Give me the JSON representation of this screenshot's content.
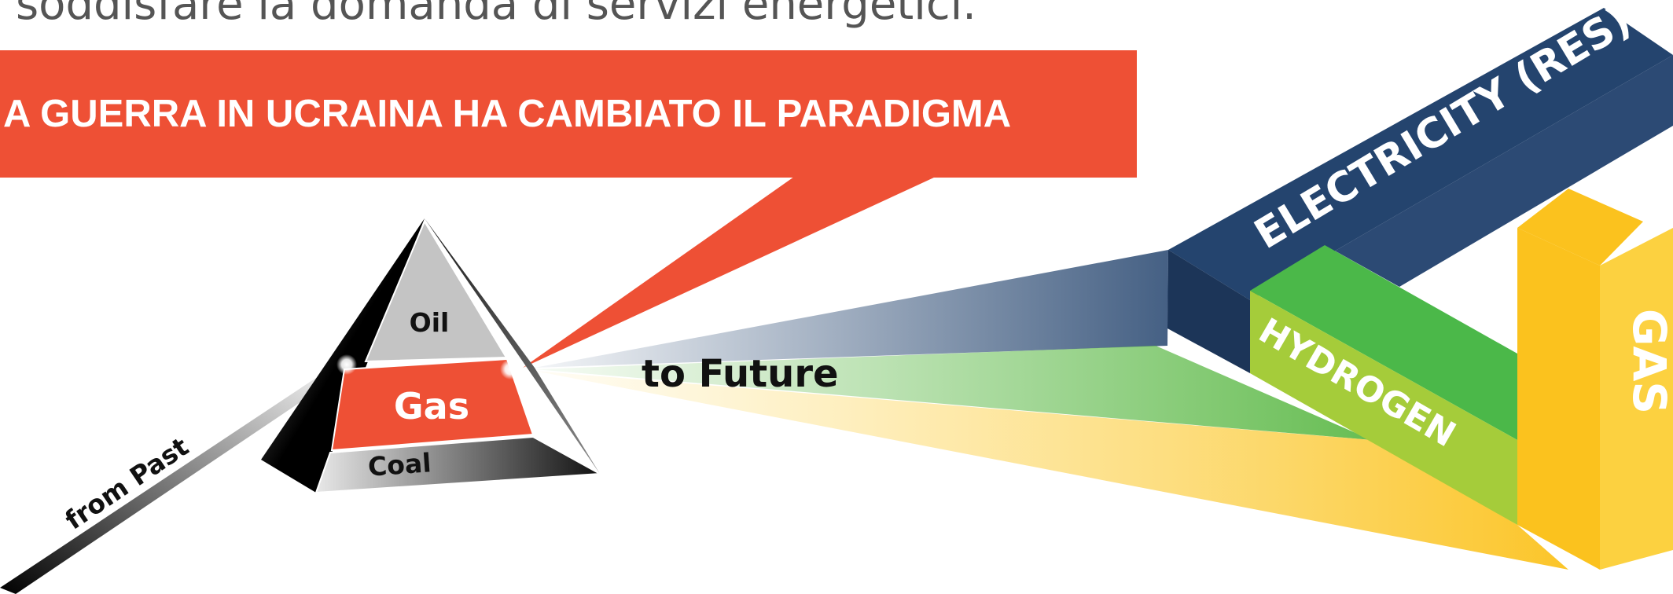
{
  "heading_text": "soddisfare la domanda di servizi energetici.",
  "banner": {
    "text": "A GUERRA IN UCRAINA HA CAMBIATO IL PARADIGMA",
    "color": "#ee5035"
  },
  "pyramid": {
    "top_label": "Oil",
    "middle_label": "Gas",
    "bottom_label": "Coal"
  },
  "beams": {
    "input_label": "from Past",
    "output_label": "to Future"
  },
  "blocks": {
    "electricity_label": "ELECTRICITY (RES)",
    "hydrogen_label": "HYDROGEN",
    "gas_label": "GAS"
  },
  "colors": {
    "electricity": "#24446e",
    "electricity_dark": "#1c3558",
    "hydrogen": "#a5cc3a",
    "hydrogen_top": "#4bb849",
    "gas": "#fcd140",
    "gas_dark": "#fbc21e",
    "accent": "#ee5035"
  }
}
